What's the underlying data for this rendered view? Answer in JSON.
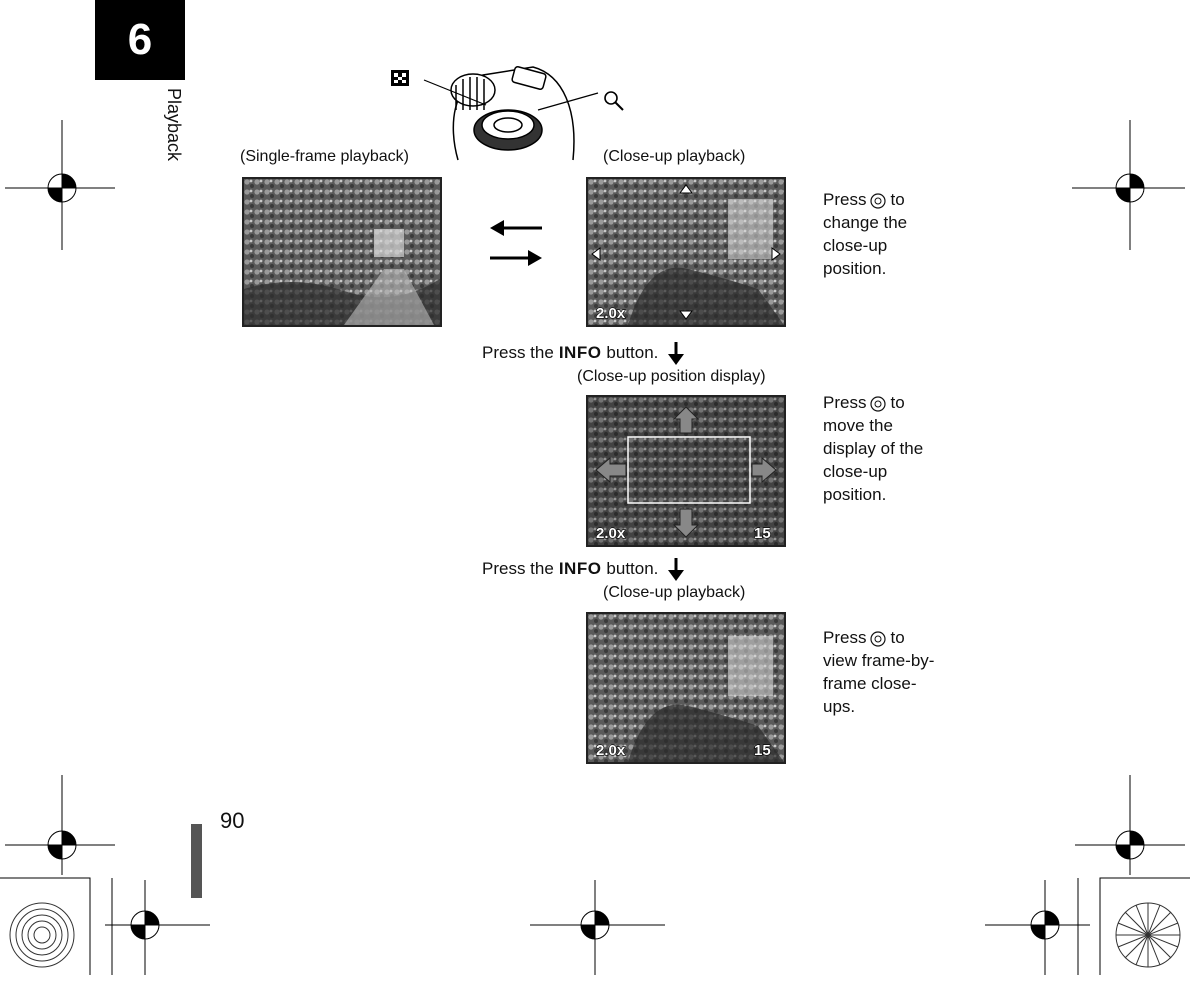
{
  "chapter": {
    "number": "6",
    "section": "Playback"
  },
  "captions": {
    "single_frame": "(Single-frame playback)",
    "closeup_top": "(Close-up playback)",
    "position_display": "(Close-up position display)",
    "closeup_bottom": "(Close-up playback)"
  },
  "steps": {
    "step1": {
      "press": "Press",
      "icon": "arrow-pad-icon",
      "rest": "to\nchange the\nclose-up\nposition."
    },
    "step2": {
      "press": "Press",
      "icon": "arrow-pad-icon",
      "rest": "to\nmove the\ndisplay of the\nclose-up\nposition."
    },
    "step3": {
      "press": "Press",
      "icon": "arrow-pad-icon",
      "rest": "to\nview frame-by-\nframe close-\nups."
    }
  },
  "info_instruction": {
    "prefix": "Press the",
    "button": "INFO",
    "suffix": "button."
  },
  "overlays": {
    "zoom": "2.0x",
    "frame": "15"
  },
  "page_number": "90",
  "colors": {
    "chapter_bg": "#000000",
    "text": "#111111",
    "page_bar": "#555555"
  }
}
